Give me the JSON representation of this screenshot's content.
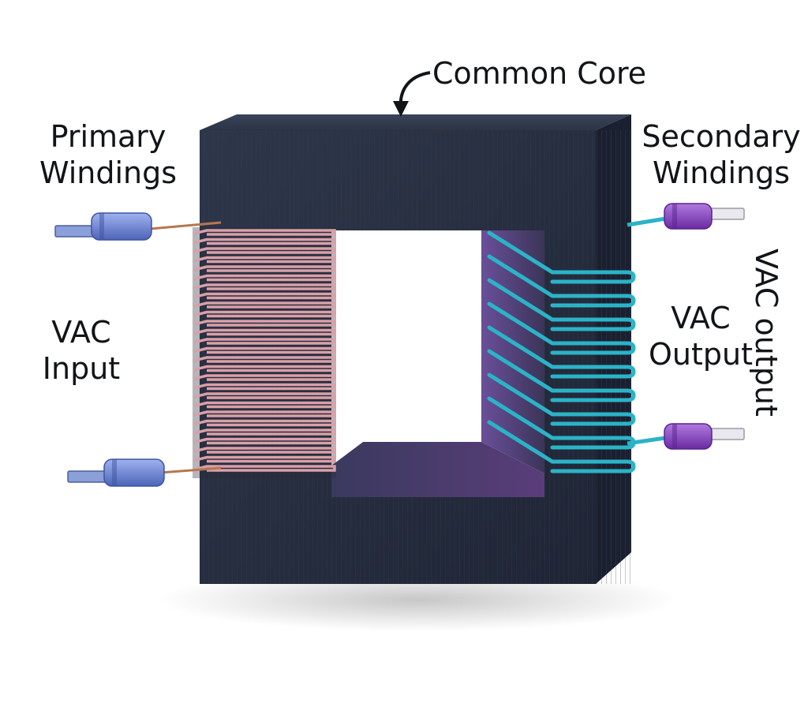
{
  "labels": {
    "common_core": "Common Core",
    "primary_line1": "Primary",
    "primary_line2": "Windings",
    "secondary_line1": "Secondary",
    "secondary_line2": "Windings",
    "input_line1": "VAC",
    "input_line2": "Input",
    "output_line1": "VAC",
    "output_line2": "Output",
    "output_vertical": "VAC output"
  },
  "colors": {
    "core": "#2a3244",
    "core_top": "#353e52",
    "core_inner": "#4a3f6b",
    "primary_wire": "#d9a0a8",
    "secondary_wire": "#2bb3c8",
    "primary_terminal": "#6f86d6",
    "secondary_terminal": "#8a3fc2"
  }
}
